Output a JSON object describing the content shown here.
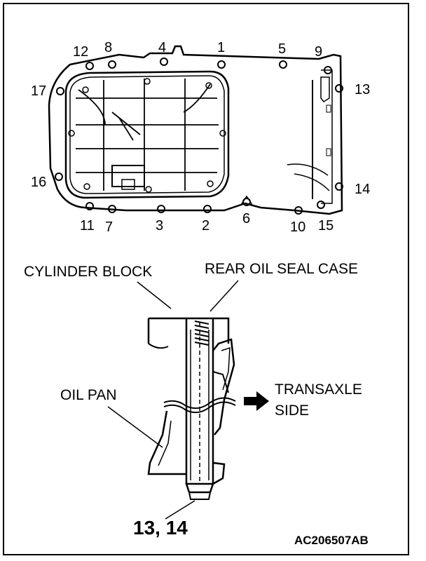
{
  "bolt_numbers": {
    "b1": "1",
    "b2": "2",
    "b3": "3",
    "b4": "4",
    "b5": "5",
    "b6": "6",
    "b7": "7",
    "b8": "8",
    "b9": "9",
    "b10": "10",
    "b11": "11",
    "b12": "12",
    "b13": "13",
    "b14": "14",
    "b15": "15",
    "b16": "16",
    "b17": "17"
  },
  "labels": {
    "cylinder_block": "CYLINDER BLOCK",
    "rear_oil_seal_case": "REAR OIL SEAL CASE",
    "oil_pan": "OIL PAN",
    "transaxle_line1": "TRANSAXLE",
    "transaxle_line2": "SIDE",
    "bolt_callout": "13, 14",
    "figure_code": "AC206507AB"
  },
  "colors": {
    "ink": "#000000",
    "paper": "#ffffff"
  }
}
